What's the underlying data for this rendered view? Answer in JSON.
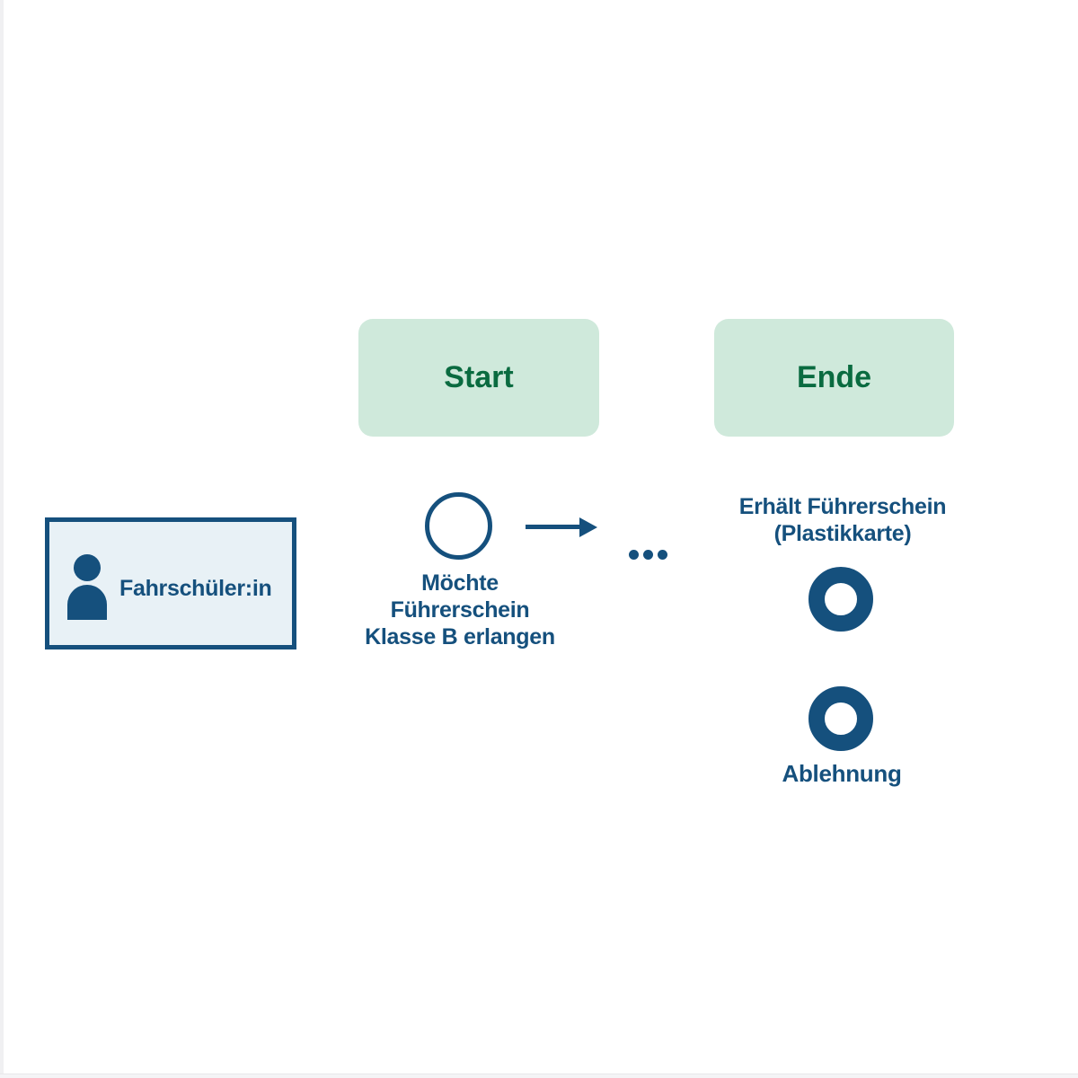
{
  "diagram": {
    "terminals": {
      "start": "Start",
      "end": "Ende"
    },
    "actor": {
      "label": "Fahrschüler:in",
      "icon": "person-icon"
    },
    "start_event": {
      "lines": [
        "Möchte",
        "Führerschein",
        "Klasse B erlangen"
      ]
    },
    "ellipsis": "…",
    "end_events": {
      "success": {
        "lines": [
          "Erhält Führerschein",
          "(Plastikkarte)"
        ]
      },
      "rejection": {
        "label": "Ablehnung"
      }
    },
    "colors": {
      "navy": "#15507d",
      "mint_green": "#cfe9db",
      "dark_green": "#0a6b40",
      "actor_fill": "#e8f1f6",
      "canvas": "#ffffff",
      "edge_strip": "#f0f0f2"
    }
  }
}
